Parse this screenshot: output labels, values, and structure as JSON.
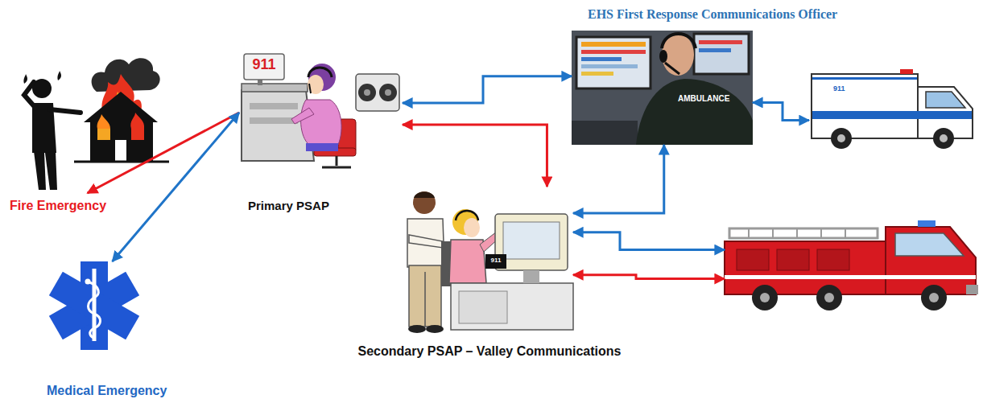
{
  "diagram": {
    "nodes": [
      {
        "text": [
          "Fire Emergency"
        ]
      },
      {
        "text": [
          "Primary PSAP"
        ]
      },
      {
        "text": [
          "EHS First Response Communications Officer"
        ]
      },
      {
        "text": [
          "911"
        ]
      },
      {
        "text": [
          "Secondary PSAP – Valley Communications"
        ]
      },
      {
        "text": []
      },
      {
        "text": [
          "Medical Emergency"
        ]
      }
    ],
    "edges": [
      {
        "from": 1,
        "to": 0,
        "arrow": "to"
      },
      {
        "from": 1,
        "to": 6,
        "arrow": "both"
      },
      {
        "from": 1,
        "to": 2,
        "arrow": "both"
      },
      {
        "from": 1,
        "to": 4,
        "arrow": "both"
      },
      {
        "from": 4,
        "to": 2,
        "arrow": "both"
      },
      {
        "from": 2,
        "to": 3,
        "arrow": "both"
      },
      {
        "from": 4,
        "to": 5,
        "arrow": "both"
      },
      {
        "from": 4,
        "to": 5,
        "arrow": "both"
      }
    ],
    "labels": [
      "911",
      "AMBULANCE",
      "911"
    ]
  }
}
